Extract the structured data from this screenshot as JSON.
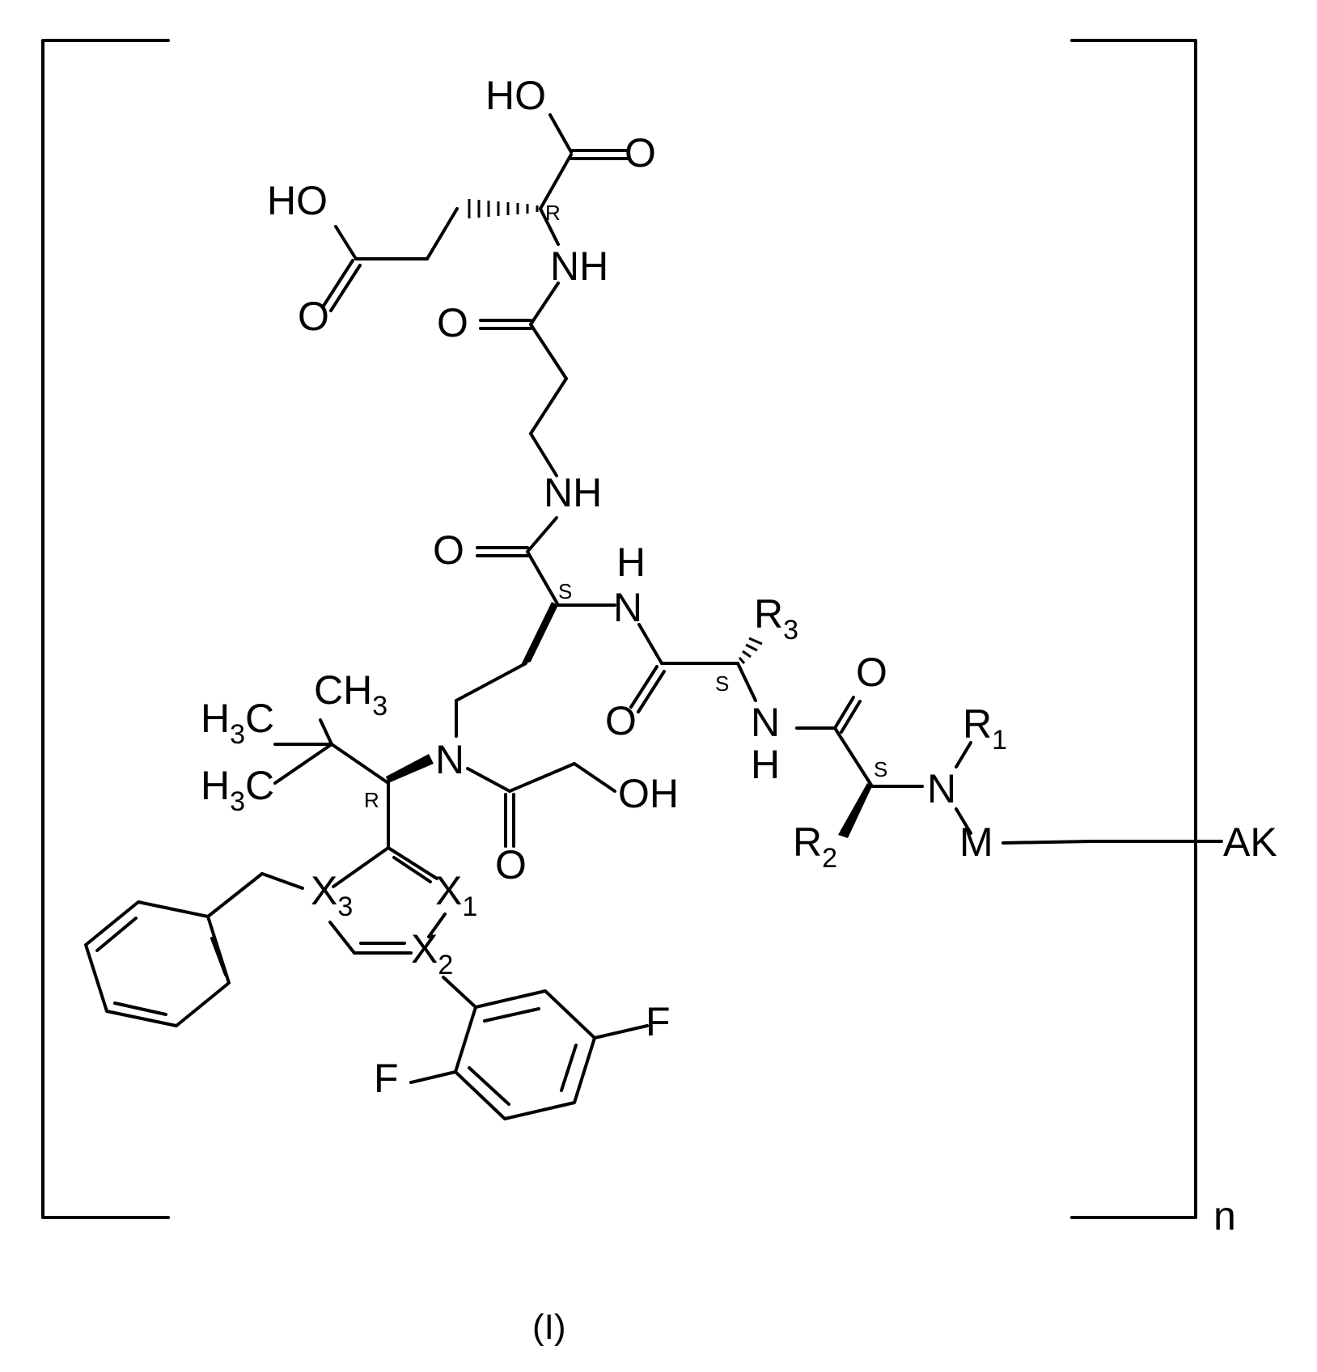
{
  "figure": {
    "caption": "(I)",
    "repeat_subscript": "n"
  },
  "labels": {
    "ho_top": "HO",
    "o_top": "O",
    "ho_side": "HO",
    "o_side": "O",
    "r_stereo_top": "R",
    "nh_1": "NH",
    "o_amide1": "O",
    "nh_2": "NH",
    "o_amide2": "O",
    "h_nh3": "H",
    "n_nh3": "N",
    "s_stereo_1": "S",
    "r3": "R",
    "r3_sub": "3",
    "o_amide3": "O",
    "s_stereo_2": "S",
    "o_amide4": "O",
    "n_nh4": "N",
    "h_nh4": "H",
    "ch3_top": "CH",
    "ch3_top_sub": "3",
    "h3c_1": "H",
    "h3c_1_sub": "3",
    "h3c_1_c": "C",
    "h3c_2": "H",
    "h3c_2_sub": "3",
    "h3c_2_c": "C",
    "n_central": "N",
    "r_stereo_2": "R",
    "oh": "OH",
    "o_keto": "O",
    "s_stereo_3": "S",
    "n_r1": "N",
    "r1": "R",
    "r1_sub": "1",
    "r2": "R",
    "r2_sub": "2",
    "m": "M",
    "ak": "AK",
    "x1": "X",
    "x1_sub": "1",
    "x2": "X",
    "x2_sub": "2",
    "x3": "X",
    "x3_sub": "3",
    "f1": "F",
    "f2": "F"
  }
}
